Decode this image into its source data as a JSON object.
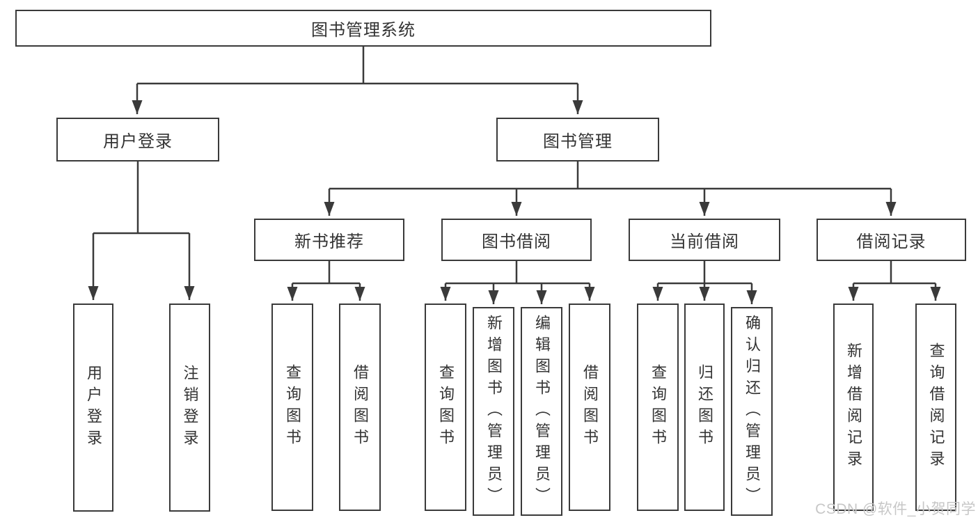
{
  "diagram": {
    "title": "图书管理系统",
    "root": {
      "label": "图书管理系统"
    },
    "level2": [
      {
        "label": "用户登录"
      },
      {
        "label": "图书管理"
      }
    ],
    "level3": [
      {
        "label": "新书推荐",
        "parent": "图书管理"
      },
      {
        "label": "图书借阅",
        "parent": "图书管理"
      },
      {
        "label": "当前借阅",
        "parent": "图书管理"
      },
      {
        "label": "借阅记录",
        "parent": "图书管理"
      }
    ],
    "leaves": [
      {
        "label": "用户登录",
        "parent": "用户登录"
      },
      {
        "label": "注销登录",
        "parent": "用户登录"
      },
      {
        "label": "查询图书",
        "parent": "新书推荐"
      },
      {
        "label": "借阅图书",
        "parent": "新书推荐"
      },
      {
        "label": "查询图书",
        "parent": "图书借阅"
      },
      {
        "label": "新增图书（管理员）",
        "parent": "图书借阅"
      },
      {
        "label": "编辑图书（管理员）",
        "parent": "图书借阅"
      },
      {
        "label": "借阅图书",
        "parent": "图书借阅"
      },
      {
        "label": "查询图书",
        "parent": "当前借阅"
      },
      {
        "label": "归还图书",
        "parent": "当前借阅"
      },
      {
        "label": "确认归还（管理员）",
        "parent": "当前借阅"
      },
      {
        "label": "新增借阅记录",
        "parent": "借阅记录"
      },
      {
        "label": "查询借阅记录",
        "parent": "借阅记录"
      }
    ],
    "colors": {
      "line": "#3a3a3a",
      "box_fill": "#ffffff",
      "text": "#333333"
    }
  },
  "watermark": {
    "text": "CSDN @软件_小贺同学",
    "color": "#c7c7c7"
  }
}
